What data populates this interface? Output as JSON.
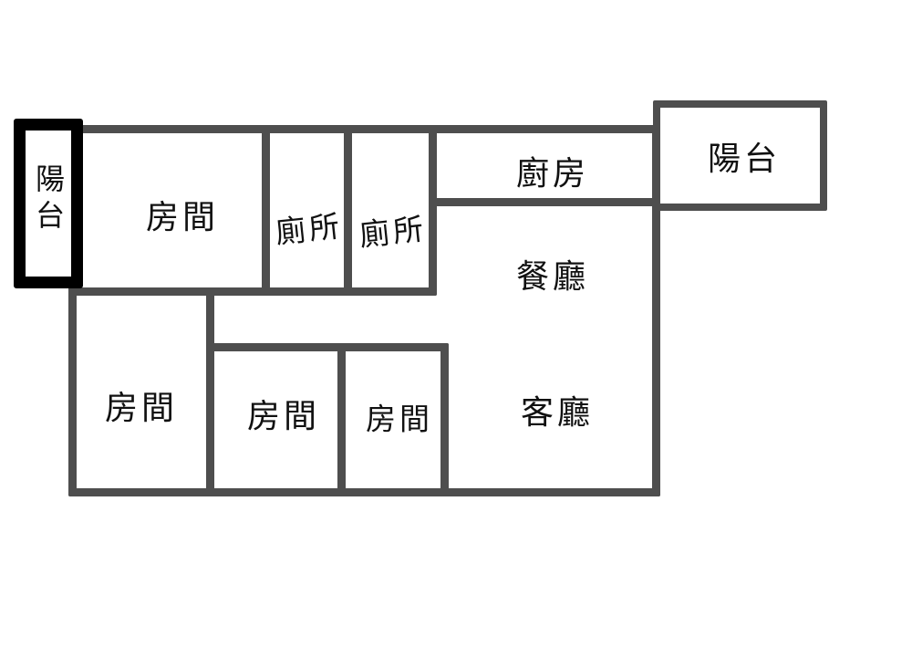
{
  "plan": {
    "type": "apartment-floor-plan",
    "rooms": {
      "balcony_left": "陽台",
      "bedroom_top_left": "房間",
      "toilet_1": "廁所",
      "toilet_2": "廁所",
      "kitchen": "廚房",
      "balcony_top_right": "陽台",
      "dining": "餐廳",
      "living": "客廳",
      "bedroom_bottom_left": "房間",
      "bedroom_mid_1": "房間",
      "bedroom_mid_2": "房間"
    },
    "colors": {
      "wall": "#4e4e4e",
      "balcony_outline": "#000000",
      "text": "#111111",
      "background": "#ffffff"
    }
  }
}
